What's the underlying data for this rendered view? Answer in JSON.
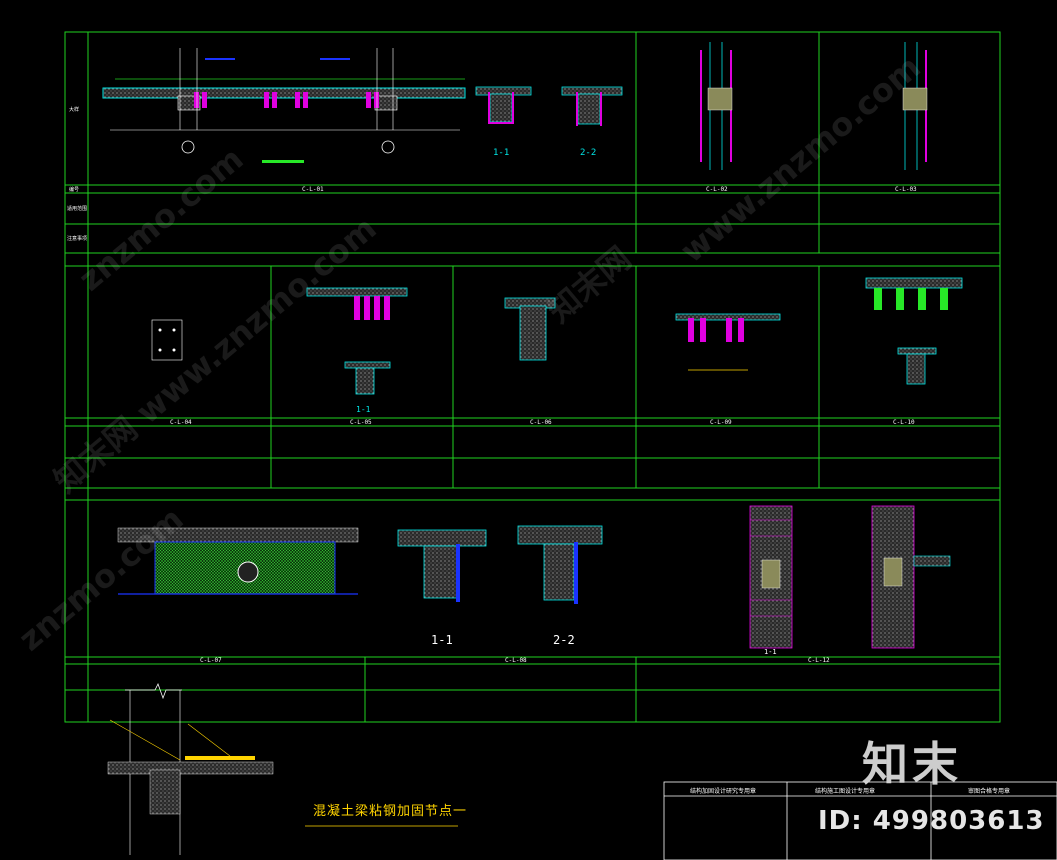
{
  "drawing": {
    "title": "混凝土梁粘钢加固节点一",
    "row_labels": {
      "view": "大样",
      "number": "编号",
      "scope": "适用范围",
      "notes": "注意事项"
    },
    "codes": [
      "C-L-01",
      "C-L-02",
      "C-L-03",
      "C-L-04",
      "C-L-05",
      "C-L-06",
      "C-L-09",
      "C-L-10",
      "C-L-07",
      "C-L-08",
      "C-L-12"
    ],
    "section_labels": [
      "1-1",
      "2-2",
      "1-1",
      "1-1",
      "2-2",
      "1-1"
    ],
    "title_block": [
      "结构加固设计研究专用章",
      "结构施工图设计专用章",
      "审图合格专用章"
    ]
  },
  "watermark": {
    "brand": "知末",
    "id": "ID: 499803613",
    "diag": [
      "znzmo.com",
      "知末网 www.znzmo.com",
      "知末网",
      "www.znzmo.com",
      "znzmo.com"
    ]
  },
  "colors": {
    "frame": "#1fd21f",
    "cyan": "#00e5e5",
    "magenta": "#e000e0",
    "yellow": "#ffd400",
    "white": "#ffffff",
    "blue": "#1a33ff",
    "green": "#27e827"
  }
}
